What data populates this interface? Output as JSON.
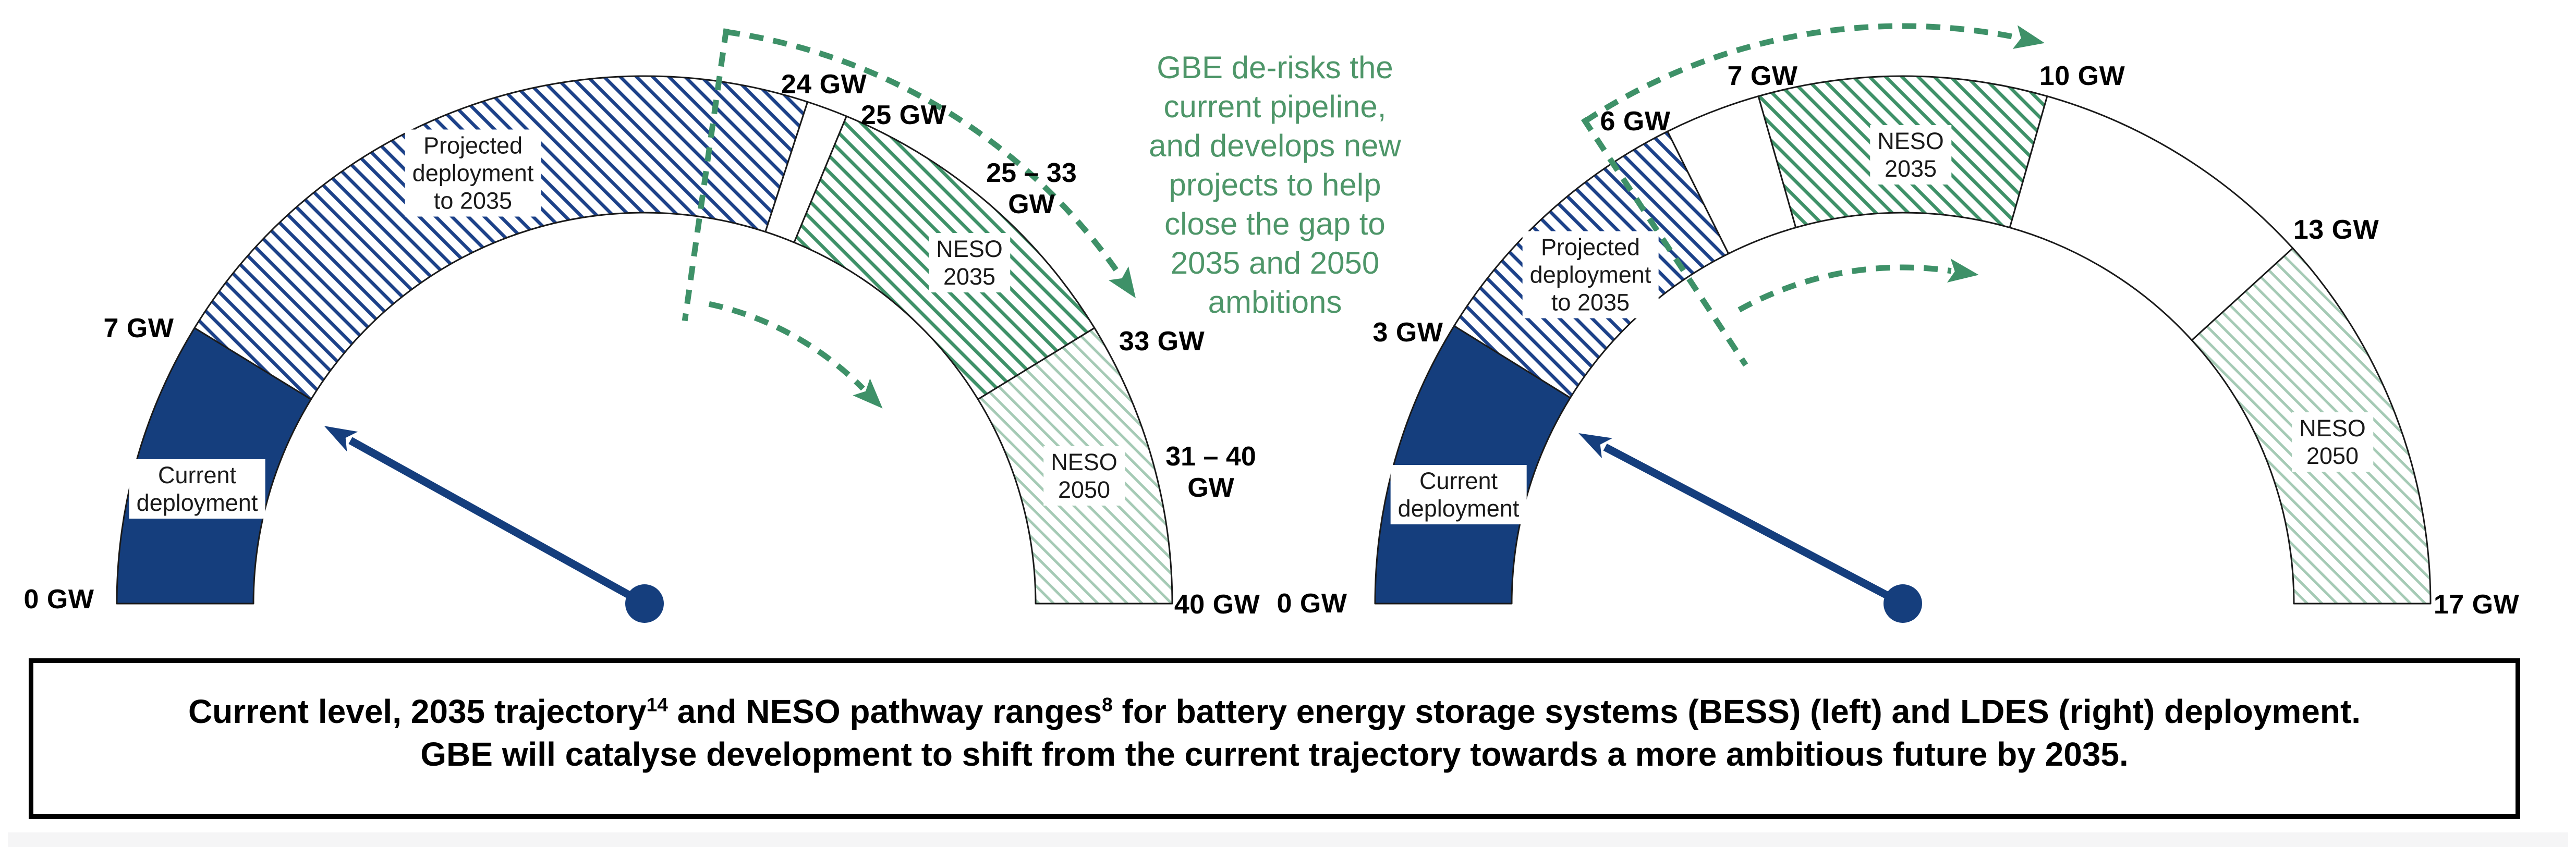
{
  "colors": {
    "navy": "#153E7D",
    "navy_hatch": "#1C4189",
    "green": "#3E9168",
    "green_text": "#4E9669",
    "pale_green": "#A5CAB5",
    "outline": "#1a1a1a"
  },
  "center_note": {
    "text": "GBE de-risks the\ncurrent pipeline,\nand develops new\nprojects to help\nclose the gap to\n2035 and 2050\nambitions"
  },
  "caption": {
    "line1_parts": [
      "Current level, 2035 trajectory",
      "14",
      " and NESO pathway ranges",
      "8",
      " for battery energy storage systems (BESS) (left) and LDES (right) deployment."
    ],
    "line2": "GBE will catalyse development to shift from the current trajectory towards a more ambitious future by 2035."
  },
  "chart_data": [
    {
      "type": "gauge",
      "id": "bess",
      "subject": "battery energy storage systems (BESS)",
      "unit": "GW",
      "min": 0,
      "max": 40,
      "segments": [
        {
          "from": 0,
          "to": 7,
          "style": "solid-navy",
          "label": "Current\ndeployment"
        },
        {
          "from": 7,
          "to": 24,
          "style": "hatch-navy",
          "label": "Projected\ndeployment\nto 2035"
        },
        {
          "from": 24,
          "to": 25,
          "style": "white",
          "label": ""
        },
        {
          "from": 25,
          "to": 33,
          "style": "hatch-green",
          "label": "NESO\n2035"
        },
        {
          "from": 33,
          "to": 40,
          "style": "hatch-pale",
          "label": "NESO\n2050"
        }
      ],
      "ticks": [
        {
          "value": 0,
          "label": "0 GW"
        },
        {
          "value": 7,
          "label": "7 GW"
        },
        {
          "value": 24,
          "label": "24 GW"
        },
        {
          "value": 25,
          "label": "25 GW"
        },
        {
          "value": 33,
          "label": "33 GW"
        },
        {
          "value": 40,
          "label": "40 GW"
        }
      ],
      "range_labels": [
        {
          "label": "25 – 33\nGW",
          "refers_to": "NESO 2035"
        },
        {
          "label": "31 – 40\nGW",
          "refers_to": "NESO 2050"
        }
      ],
      "needle_points_to": 7,
      "shift_arrows": {
        "from_gw": 22,
        "to_gw": 33
      }
    },
    {
      "type": "gauge",
      "id": "ldes",
      "subject": "LDES",
      "unit": "GW",
      "min": 0,
      "max": 17,
      "segments": [
        {
          "from": 0,
          "to": 3,
          "style": "solid-navy",
          "label": "Current\ndeployment"
        },
        {
          "from": 3,
          "to": 6,
          "style": "hatch-navy",
          "label": "Projected\ndeployment\nto 2035"
        },
        {
          "from": 6,
          "to": 7,
          "style": "white",
          "label": ""
        },
        {
          "from": 7,
          "to": 10,
          "style": "hatch-green",
          "label": "NESO\n2035"
        },
        {
          "from": 10,
          "to": 13,
          "style": "white",
          "label": ""
        },
        {
          "from": 13,
          "to": 17,
          "style": "hatch-pale",
          "label": "NESO\n2050"
        }
      ],
      "ticks": [
        {
          "value": 0,
          "label": "0 GW"
        },
        {
          "value": 3,
          "label": "3 GW"
        },
        {
          "value": 6,
          "label": "6 GW"
        },
        {
          "value": 7,
          "label": "7 GW"
        },
        {
          "value": 10,
          "label": "10 GW"
        },
        {
          "value": 13,
          "label": "13 GW"
        },
        {
          "value": 17,
          "label": "17 GW"
        }
      ],
      "range_labels": [],
      "needle_points_to": 3,
      "shift_arrows": {
        "from_gw": 5,
        "to_gw": 10
      }
    }
  ]
}
